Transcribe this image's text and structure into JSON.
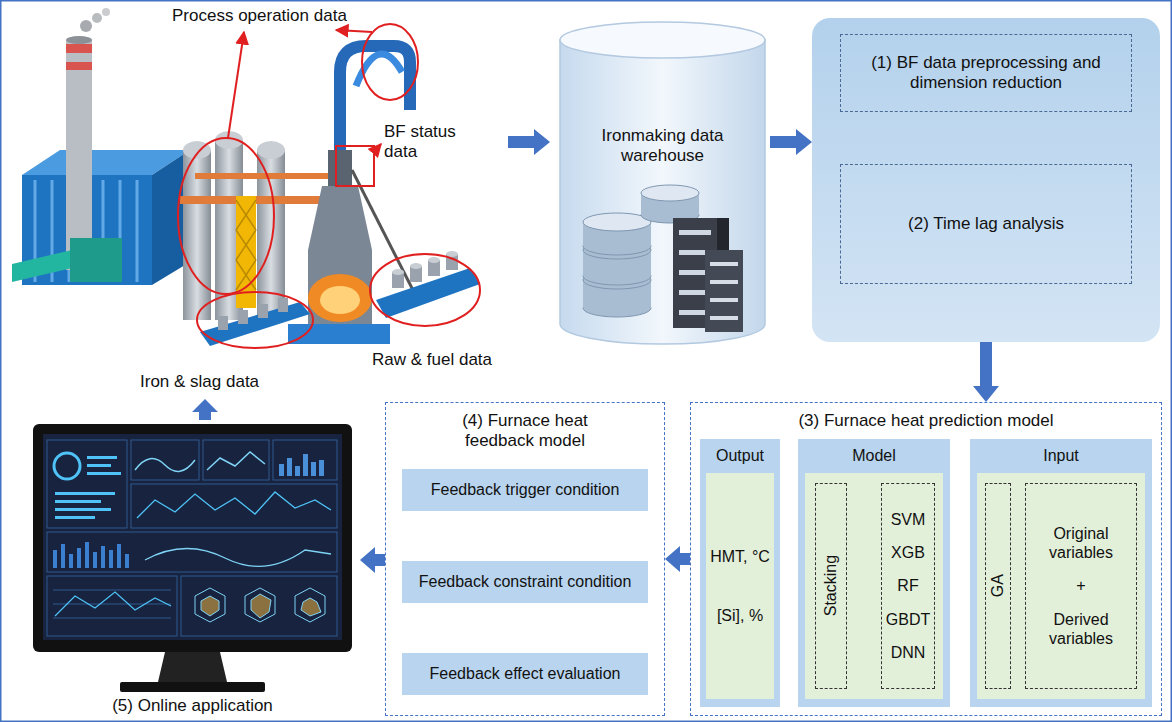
{
  "diagram": {
    "nodes": [
      {
        "text": [
          "Ironmaking data warehouse"
        ]
      },
      {
        "text": []
      },
      {
        "text": [
          "(1) BF data preprocessing and dimension reduction"
        ],
        "in": 1
      },
      {
        "text": [
          "(2) Time lag analysis"
        ],
        "in": 1
      },
      {
        "text": [
          "(3) Furnace heat prediction model"
        ]
      },
      {
        "text": [
          "Output"
        ],
        "in": 4
      },
      {
        "text": [
          "HMT, °C",
          "[Si], %"
        ],
        "in": 5
      },
      {
        "text": [
          "Model"
        ],
        "in": 4
      },
      {
        "text": [],
        "in": 7
      },
      {
        "text": [
          "Stacking"
        ],
        "in": 8
      },
      {
        "text": [
          "SVM",
          "XGB",
          "RF",
          "GBDT",
          "DNN"
        ],
        "in": 8
      },
      {
        "text": [
          "Input"
        ],
        "in": 4
      },
      {
        "text": [],
        "in": 11
      },
      {
        "text": [
          "GA"
        ],
        "in": 12
      },
      {
        "text": [
          "Original variables",
          "+",
          "Derived variables"
        ],
        "in": 12
      },
      {
        "text": [
          "(4) Furnace heat feedback model"
        ]
      },
      {
        "text": [
          "Feedback trigger condition"
        ],
        "in": 15
      },
      {
        "text": [
          "Feedback constraint condition"
        ],
        "in": 15
      },
      {
        "text": [
          "Feedback effect evaluation"
        ],
        "in": 15
      },
      {
        "text": [
          "(5) Online application"
        ]
      }
    ],
    "edges": [
      {
        "from": 0,
        "to": 1,
        "arrow": "to"
      },
      {
        "from": 2,
        "to": 3,
        "arrow": "to"
      },
      {
        "from": 1,
        "to": 4,
        "arrow": "to"
      },
      {
        "from": 11,
        "to": 7,
        "arrow": "to"
      },
      {
        "from": 10,
        "to": 9,
        "arrow": "to"
      },
      {
        "from": 7,
        "to": 5,
        "arrow": "to"
      },
      {
        "from": 4,
        "to": 15,
        "arrow": "to"
      },
      {
        "from": 16,
        "to": 17,
        "arrow": "to"
      },
      {
        "from": 17,
        "to": 18,
        "arrow": "to"
      },
      {
        "from": 15,
        "to": 19,
        "arrow": "to"
      }
    ],
    "labels": [
      "Process operation data",
      "BF status data",
      "Raw & fuel data",
      "Iron & slag data"
    ]
  }
}
